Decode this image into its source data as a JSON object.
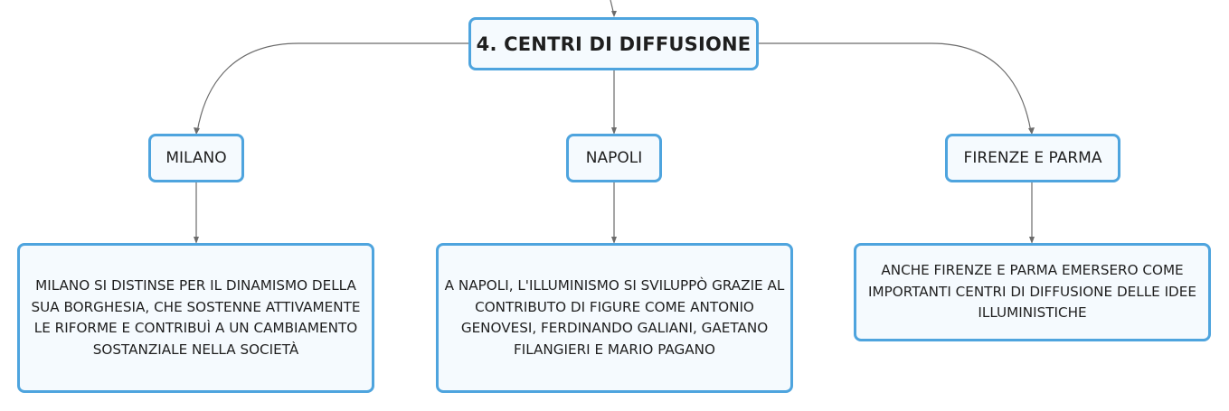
{
  "root": {
    "label": "4. CENTRI DI DIFFUSIONE"
  },
  "branches": [
    {
      "label": "MILANO",
      "description": "MILANO SI DISTINSE PER IL DINAMISMO DELLA SUA BORGHESIA, CHE SOSTENNE ATTIVAMENTE LE RIFORME E CONTRIBUÌ A UN CAMBIAMENTO SOSTANZIALE NELLA SOCIETÀ"
    },
    {
      "label": "NAPOLI",
      "description": "A NAPOLI, L'ILLUMINISMO SI SVILUPPÒ GRAZIE AL CONTRIBUTO DI FIGURE COME ANTONIO GENOVESI, FERDINANDO GALIANI, GAETANO FILANGIERI E MARIO PAGANO"
    },
    {
      "label": "FIRENZE E PARMA",
      "description": "ANCHE FIRENZE E PARMA EMERSERO COME IMPORTANTI CENTRI DI DIFFUSIONE DELLE IDEE ILLUMINISTICHE"
    }
  ],
  "colors": {
    "node_border": "#4ea4de",
    "node_fill": "#f5fafe",
    "connector": "#6b6b6b"
  }
}
